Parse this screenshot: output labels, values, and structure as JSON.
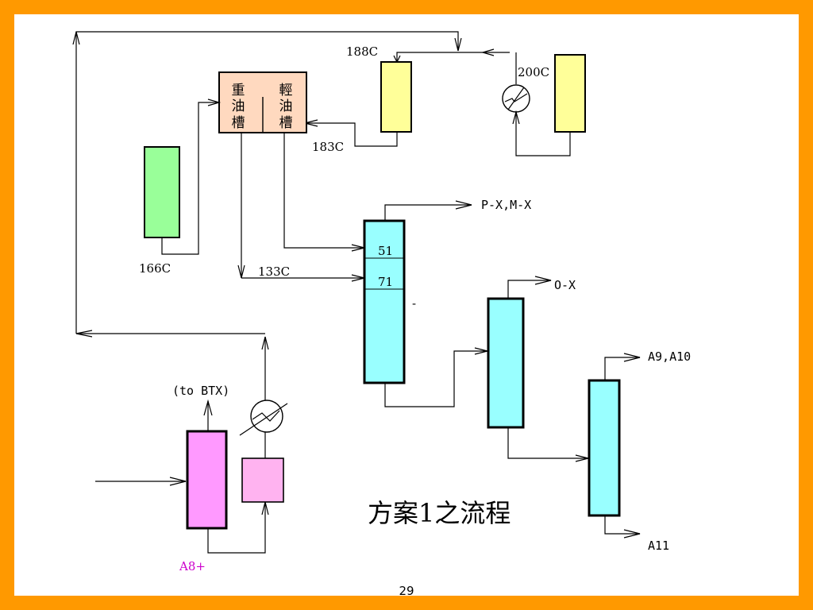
{
  "diagram": {
    "title": "方案1之流程",
    "page_number": "29",
    "tank": {
      "left_label_chars": [
        "重",
        "油",
        "槽"
      ],
      "right_label_chars": [
        "輕",
        "油",
        "槽"
      ]
    },
    "temperatures": {
      "t188": "188C",
      "t200": "200C",
      "t183": "183C",
      "t166": "166C",
      "t133": "133C"
    },
    "column_labels": {
      "tray_upper": "51",
      "tray_lower": "71",
      "dash": "-"
    },
    "products": {
      "pmx": "P-X,M-X",
      "ox": "O-X",
      "a9a10": "A9,A10",
      "a11": "A11",
      "to_btx": "(to BTX)",
      "a8plus": "A8+"
    },
    "colors": {
      "background": "#FF9900",
      "tank_fill": "#FFD9BF",
      "yellow_column": "#FFFF99",
      "green_column": "#99FF99",
      "cyan_column": "#99FFFF",
      "magenta_column": "#FF99FF",
      "pink_drum": "#FFB3F0",
      "a8_label": "#CC00CC"
    }
  }
}
